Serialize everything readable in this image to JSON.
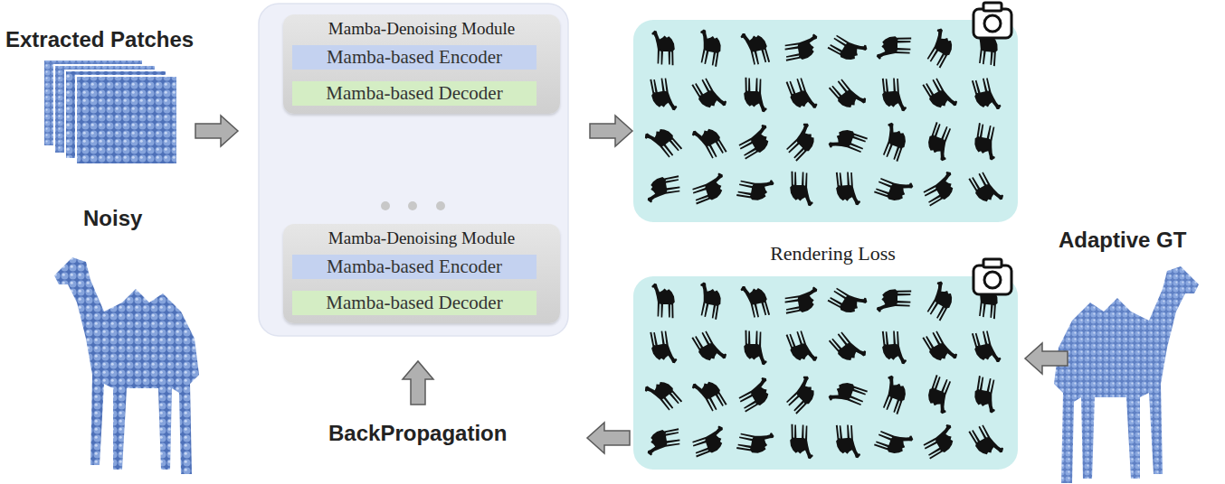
{
  "diagram": {
    "nodes": [
      {
        "text": [
          "Mamba-Denoising Module"
        ]
      },
      {
        "text": [
          "Mamba-based Encoder"
        ],
        "in": 0
      },
      {
        "text": [
          "Mamba-based Decoder"
        ],
        "in": 0
      },
      {
        "text": [
          "Mamba-Denoising Module"
        ]
      },
      {
        "text": [
          "Mamba-based Encoder"
        ],
        "in": 3
      },
      {
        "text": [
          "Mamba-based Decoder"
        ],
        "in": 3
      },
      {
        "text": [
          "Rendering Loss"
        ]
      }
    ],
    "edges": [
      {
        "from": 1,
        "to": 2,
        "arrow": "to"
      },
      {
        "from": 4,
        "to": 5,
        "arrow": "to"
      }
    ],
    "labels": [
      "Extracted Patches",
      "Noisy",
      "Adaptive GT",
      "BackPropagation"
    ]
  }
}
